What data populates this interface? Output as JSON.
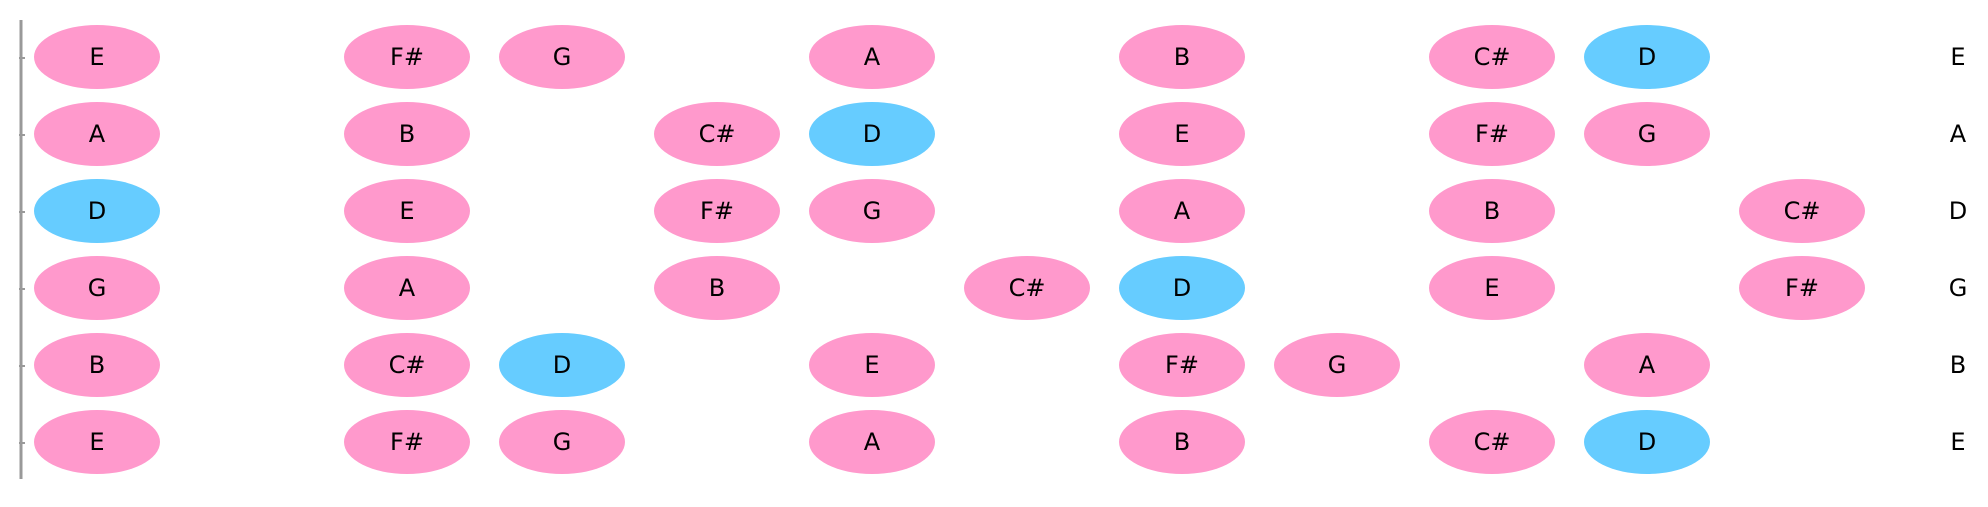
{
  "colors": {
    "scale_note": "#ff99cc",
    "root_note": "#66ccff",
    "text": "#000000",
    "nut": "#999999"
  },
  "strings": [
    {
      "open_label": "E",
      "notes": [
        {
          "fret": 0,
          "label": "E",
          "root": false
        },
        {
          "fret": 2,
          "label": "F#",
          "root": false
        },
        {
          "fret": 3,
          "label": "G",
          "root": false
        },
        {
          "fret": 5,
          "label": "A",
          "root": false
        },
        {
          "fret": 7,
          "label": "B",
          "root": false
        },
        {
          "fret": 9,
          "label": "C#",
          "root": false
        },
        {
          "fret": 10,
          "label": "D",
          "root": true
        }
      ]
    },
    {
      "open_label": "A",
      "notes": [
        {
          "fret": 0,
          "label": "A",
          "root": false
        },
        {
          "fret": 2,
          "label": "B",
          "root": false
        },
        {
          "fret": 4,
          "label": "C#",
          "root": false
        },
        {
          "fret": 5,
          "label": "D",
          "root": true
        },
        {
          "fret": 7,
          "label": "E",
          "root": false
        },
        {
          "fret": 9,
          "label": "F#",
          "root": false
        },
        {
          "fret": 10,
          "label": "G",
          "root": false
        }
      ]
    },
    {
      "open_label": "D",
      "notes": [
        {
          "fret": 0,
          "label": "D",
          "root": true
        },
        {
          "fret": 2,
          "label": "E",
          "root": false
        },
        {
          "fret": 4,
          "label": "F#",
          "root": false
        },
        {
          "fret": 5,
          "label": "G",
          "root": false
        },
        {
          "fret": 7,
          "label": "A",
          "root": false
        },
        {
          "fret": 9,
          "label": "B",
          "root": false
        },
        {
          "fret": 11,
          "label": "C#",
          "root": false
        }
      ]
    },
    {
      "open_label": "G",
      "notes": [
        {
          "fret": 0,
          "label": "G",
          "root": false
        },
        {
          "fret": 2,
          "label": "A",
          "root": false
        },
        {
          "fret": 4,
          "label": "B",
          "root": false
        },
        {
          "fret": 6,
          "label": "C#",
          "root": false
        },
        {
          "fret": 7,
          "label": "D",
          "root": true
        },
        {
          "fret": 9,
          "label": "E",
          "root": false
        },
        {
          "fret": 11,
          "label": "F#",
          "root": false
        }
      ]
    },
    {
      "open_label": "B",
      "notes": [
        {
          "fret": 0,
          "label": "B",
          "root": false
        },
        {
          "fret": 2,
          "label": "C#",
          "root": false
        },
        {
          "fret": 3,
          "label": "D",
          "root": true
        },
        {
          "fret": 5,
          "label": "E",
          "root": false
        },
        {
          "fret": 7,
          "label": "F#",
          "root": false
        },
        {
          "fret": 8,
          "label": "G",
          "root": false
        },
        {
          "fret": 10,
          "label": "A",
          "root": false
        }
      ]
    },
    {
      "open_label": "E",
      "notes": [
        {
          "fret": 0,
          "label": "E",
          "root": false
        },
        {
          "fret": 2,
          "label": "F#",
          "root": false
        },
        {
          "fret": 3,
          "label": "G",
          "root": false
        },
        {
          "fret": 5,
          "label": "A",
          "root": false
        },
        {
          "fret": 7,
          "label": "B",
          "root": false
        },
        {
          "fret": 9,
          "label": "C#",
          "root": false
        },
        {
          "fret": 10,
          "label": "D",
          "root": true
        }
      ]
    }
  ]
}
